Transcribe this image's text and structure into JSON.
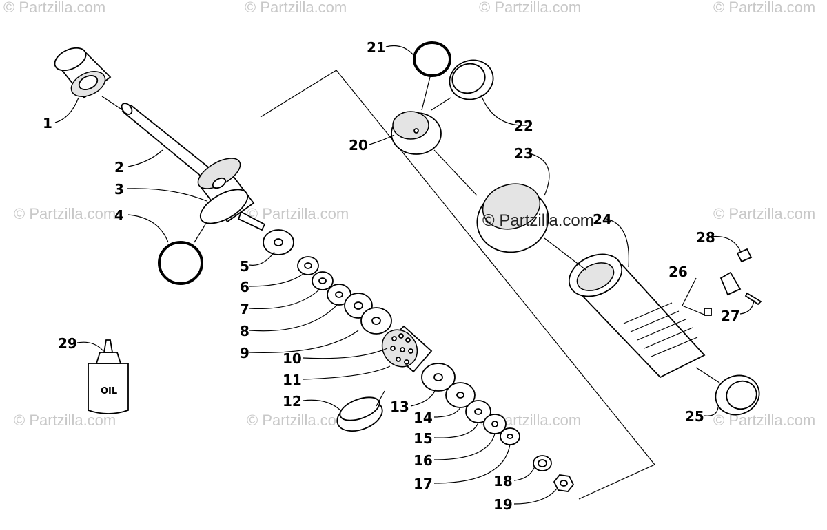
{
  "watermarks": {
    "brand": "© Partzilla.com",
    "center": "© Partzilla.com"
  },
  "oil_label": "OIL",
  "callouts": [
    {
      "number": "1"
    },
    {
      "number": "2"
    },
    {
      "number": "3"
    },
    {
      "number": "4"
    },
    {
      "number": "5"
    },
    {
      "number": "6"
    },
    {
      "number": "7"
    },
    {
      "number": "8"
    },
    {
      "number": "9"
    },
    {
      "number": "10"
    },
    {
      "number": "11"
    },
    {
      "number": "12"
    },
    {
      "number": "13"
    },
    {
      "number": "14"
    },
    {
      "number": "15"
    },
    {
      "number": "16"
    },
    {
      "number": "17"
    },
    {
      "number": "18"
    },
    {
      "number": "19"
    },
    {
      "number": "20"
    },
    {
      "number": "21"
    },
    {
      "number": "22"
    },
    {
      "number": "23"
    },
    {
      "number": "24"
    },
    {
      "number": "25"
    },
    {
      "number": "26"
    },
    {
      "number": "27"
    },
    {
      "number": "28"
    },
    {
      "number": "29"
    }
  ]
}
